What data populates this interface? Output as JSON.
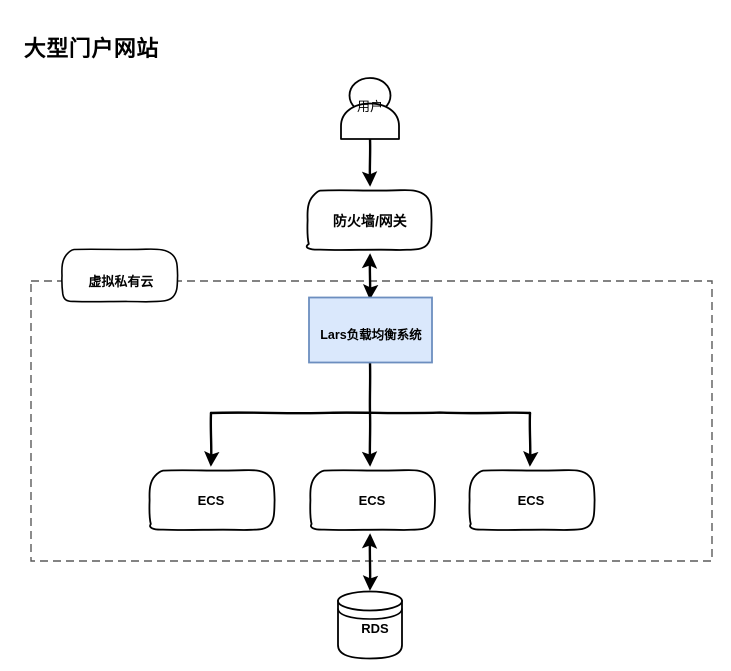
{
  "title": "大型门户网站",
  "theme": {
    "stroke": "#000000",
    "dashed_boundary_stroke": "#666666",
    "lars_fill": "#dae8fc",
    "lars_stroke": "#6c8ebf",
    "node_fill": "#ffffff",
    "background": "#ffffff"
  },
  "nodes": {
    "user": {
      "label": "用户",
      "shape": "actor-icon",
      "name": "user-actor"
    },
    "firewall": {
      "label": "防火墙/网关",
      "shape": "rounded-rect",
      "name": "firewall-gateway-node"
    },
    "vpc": {
      "label": "虚拟私有云",
      "shape": "rounded-rect",
      "name": "vpc-label-node"
    },
    "lars": {
      "label": "Lars负载均衡系统",
      "shape": "rect",
      "name": "lars-load-balancer-node"
    },
    "ecs": [
      {
        "label": "ECS",
        "shape": "rounded-rect",
        "name": "ecs-node-1"
      },
      {
        "label": "ECS",
        "shape": "rounded-rect",
        "name": "ecs-node-2"
      },
      {
        "label": "ECS",
        "shape": "rounded-rect",
        "name": "ecs-node-3"
      }
    ],
    "rds": {
      "label": "RDS",
      "shape": "cylinder",
      "name": "rds-database-node"
    }
  },
  "containers": [
    {
      "name": "vpc-boundary",
      "style": "dashed",
      "label_ref": "虚拟私有云"
    }
  ],
  "edges": [
    {
      "from": "用户",
      "to": "防火墙/网关",
      "direction": "one-way",
      "label": ""
    },
    {
      "from": "防火墙/网关",
      "to": "Lars负载均衡系统",
      "direction": "two-way",
      "label": ""
    },
    {
      "from": "Lars负载均衡系统",
      "to": "ECS",
      "direction": "one-way",
      "label": ""
    },
    {
      "from": "Lars负载均衡系统",
      "to": "ECS",
      "direction": "one-way",
      "label": ""
    },
    {
      "from": "Lars负载均衡系统",
      "to": "ECS",
      "direction": "one-way",
      "label": ""
    },
    {
      "from": "ECS",
      "to": "RDS",
      "direction": "two-way",
      "label": ""
    }
  ]
}
